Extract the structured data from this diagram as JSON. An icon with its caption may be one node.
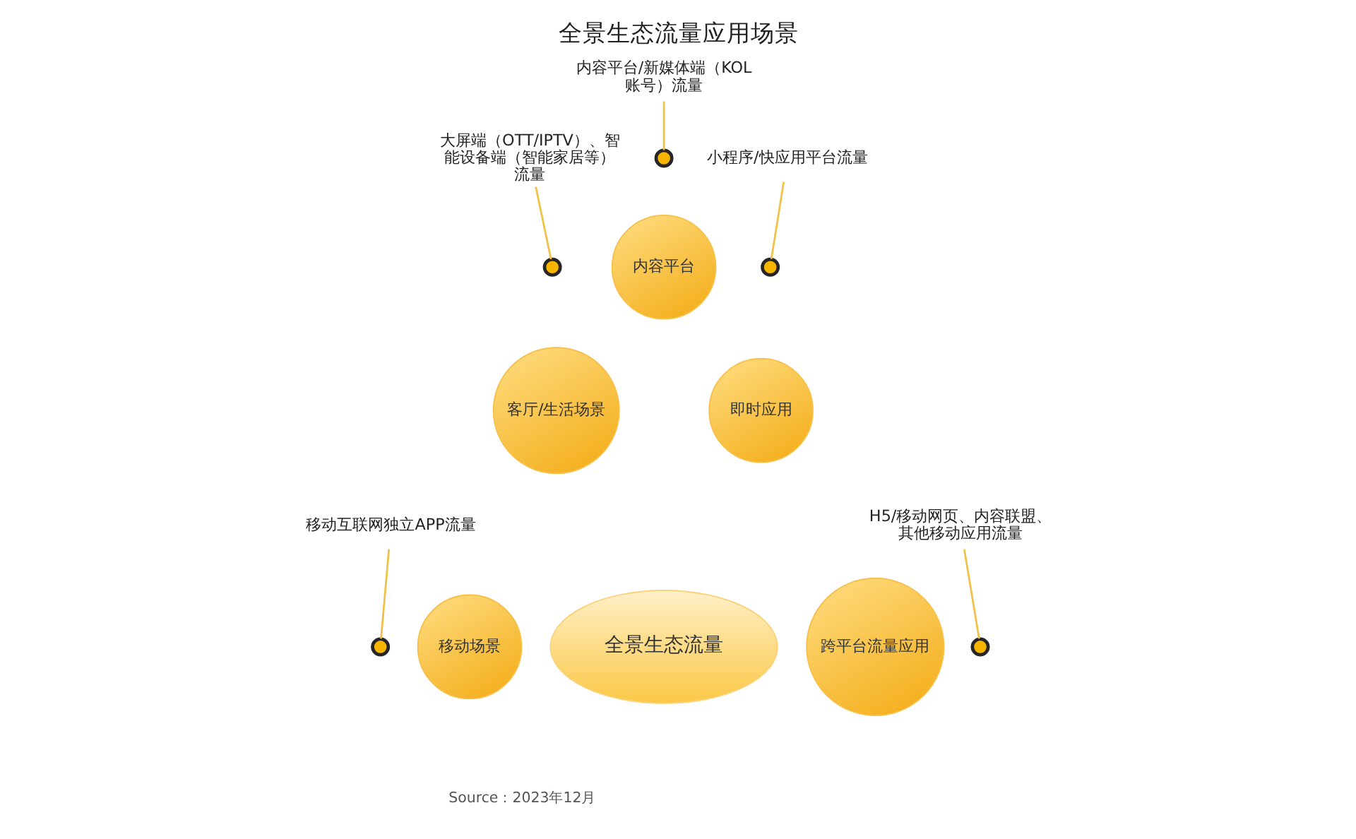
{
  "diagram": {
    "title": "全景生态流量应用场景",
    "nodes": [
      {
        "text": [
          "内容平台/新媒体端（KOL账号）流量"
        ]
      },
      {
        "text": [],
        "shape": "circle"
      },
      {
        "text": [
          "大屏端（OTT/IPTV）、智能设备端（智能家居等）流量"
        ]
      },
      {
        "text": [],
        "shape": "circle"
      },
      {
        "text": [
          "小程序/快应用平台流量"
        ]
      },
      {
        "text": [],
        "shape": "circle"
      },
      {
        "text": [
          "内容平台"
        ]
      },
      {
        "text": [
          "客厅/生活场景"
        ]
      },
      {
        "text": [
          "即时应用"
        ]
      },
      {
        "text": [
          "移动互联网独立APP流量"
        ]
      },
      {
        "text": [],
        "shape": "circle"
      },
      {
        "text": [
          "H5/移动网页、内容联盟、其他移动应用流量"
        ]
      },
      {
        "text": [],
        "shape": "circle"
      },
      {
        "text": [
          "移动场景"
        ]
      },
      {
        "text": [
          "跨平台流量应用"
        ]
      },
      {
        "text": [
          "全景生态流量"
        ]
      }
    ],
    "edges": [
      {
        "from": 0,
        "to": 1,
        "arrow": "none"
      },
      {
        "from": 2,
        "to": 3,
        "arrow": "none"
      },
      {
        "from": 4,
        "to": 5,
        "arrow": "none"
      },
      {
        "from": 9,
        "to": 10,
        "arrow": "none"
      },
      {
        "from": 11,
        "to": 12,
        "arrow": "none"
      }
    ],
    "labels": [
      "Source：2023年12月"
    ]
  }
}
